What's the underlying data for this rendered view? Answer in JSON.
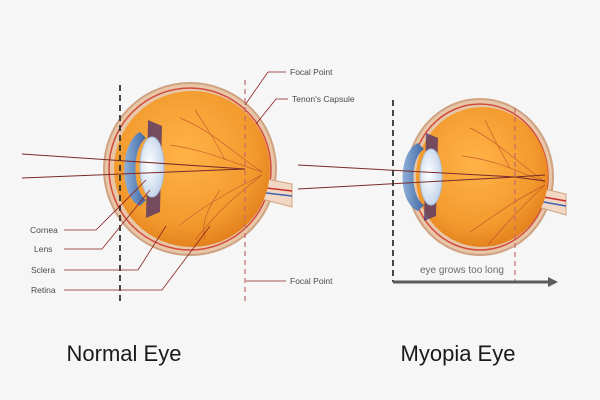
{
  "normal_eye": {
    "caption": "Normal Eye",
    "labels": {
      "cornea": "Cornea",
      "lens": "Lens",
      "sclera": "Sclera",
      "retina": "Retina",
      "focal_point_top": "Focal Point",
      "tenons_capsule": "Tenon's Capsule",
      "focal_point_bottom": "Focal Point"
    }
  },
  "myopia_eye": {
    "caption": "Myopia Eye",
    "growth_note": "eye grows too long"
  },
  "colors": {
    "eyeball_orange": "#f49a2c",
    "cornea_blue": "#5a82b8",
    "lens_light": "#dde8f4",
    "sclera_wall": "#d9a68a",
    "leader_line": "#8b1f1f",
    "arrow_gray": "#5b5b5b"
  }
}
